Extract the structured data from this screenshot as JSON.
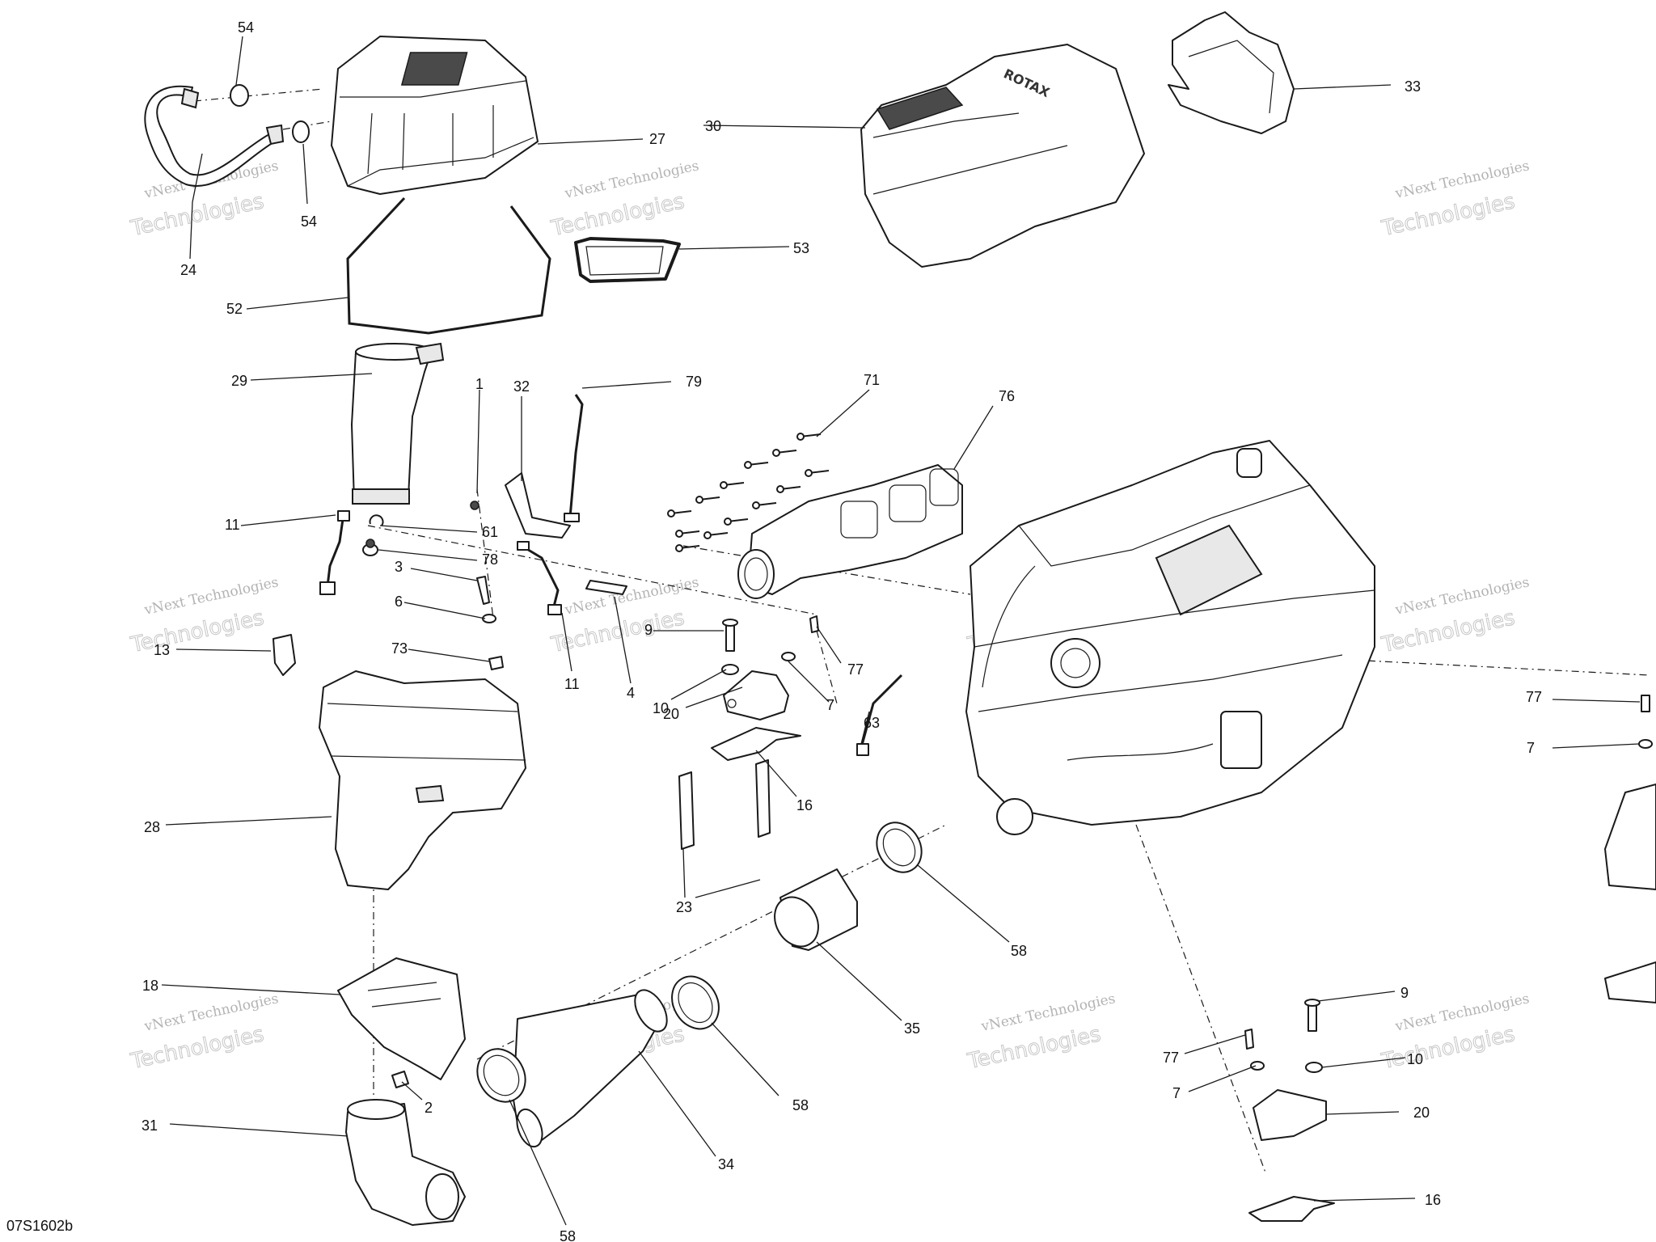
{
  "diagram": {
    "reference_code": "07S1602b",
    "watermark_line1": "vNext Technologies",
    "watermark_line2": "Technologies",
    "callouts": {
      "c54a": "54",
      "c54b": "54",
      "c24": "24",
      "c27": "27",
      "c30": "30",
      "c33": "33",
      "c53": "53",
      "c52": "52",
      "c29": "29",
      "c1": "1",
      "c32": "32",
      "c79": "79",
      "c71": "71",
      "c76": "76",
      "c11a": "11",
      "c61": "61",
      "c78": "78",
      "c3": "3",
      "c6": "6",
      "c13": "13",
      "c73": "73",
      "c11b": "11",
      "c4": "4",
      "c9a": "9",
      "c10a": "10",
      "c20a": "20",
      "c7a": "7",
      "c77a": "77",
      "c63": "63",
      "c16a": "16",
      "c28": "28",
      "c23": "23",
      "c58a": "58",
      "c35": "35",
      "c18": "18",
      "c2": "2",
      "c58b": "58",
      "c34": "34",
      "c31": "31",
      "c58c": "58",
      "c77b": "77",
      "c7b": "7",
      "c9b": "9",
      "c77c": "77",
      "c10b": "10",
      "c7c": "7",
      "c20b": "20",
      "c16b": "16"
    },
    "engine_logo_text": "ROTAX"
  }
}
